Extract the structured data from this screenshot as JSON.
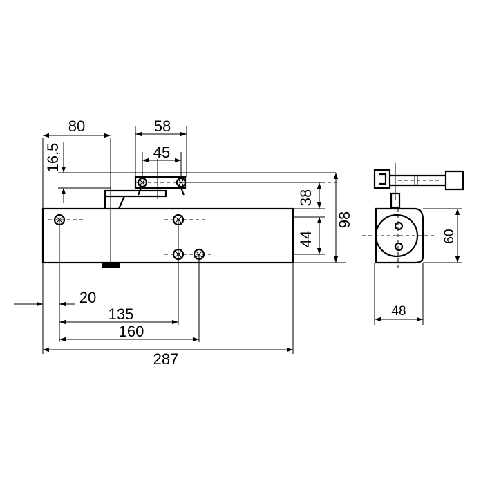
{
  "dimensions": {
    "d80": "80",
    "d58": "58",
    "d45": "45",
    "d16_5": "16,5",
    "d38": "38",
    "d98": "98",
    "d44": "44",
    "d20": "20",
    "d135": "135",
    "d160": "160",
    "d287": "287",
    "d60": "60",
    "d48": "48"
  }
}
